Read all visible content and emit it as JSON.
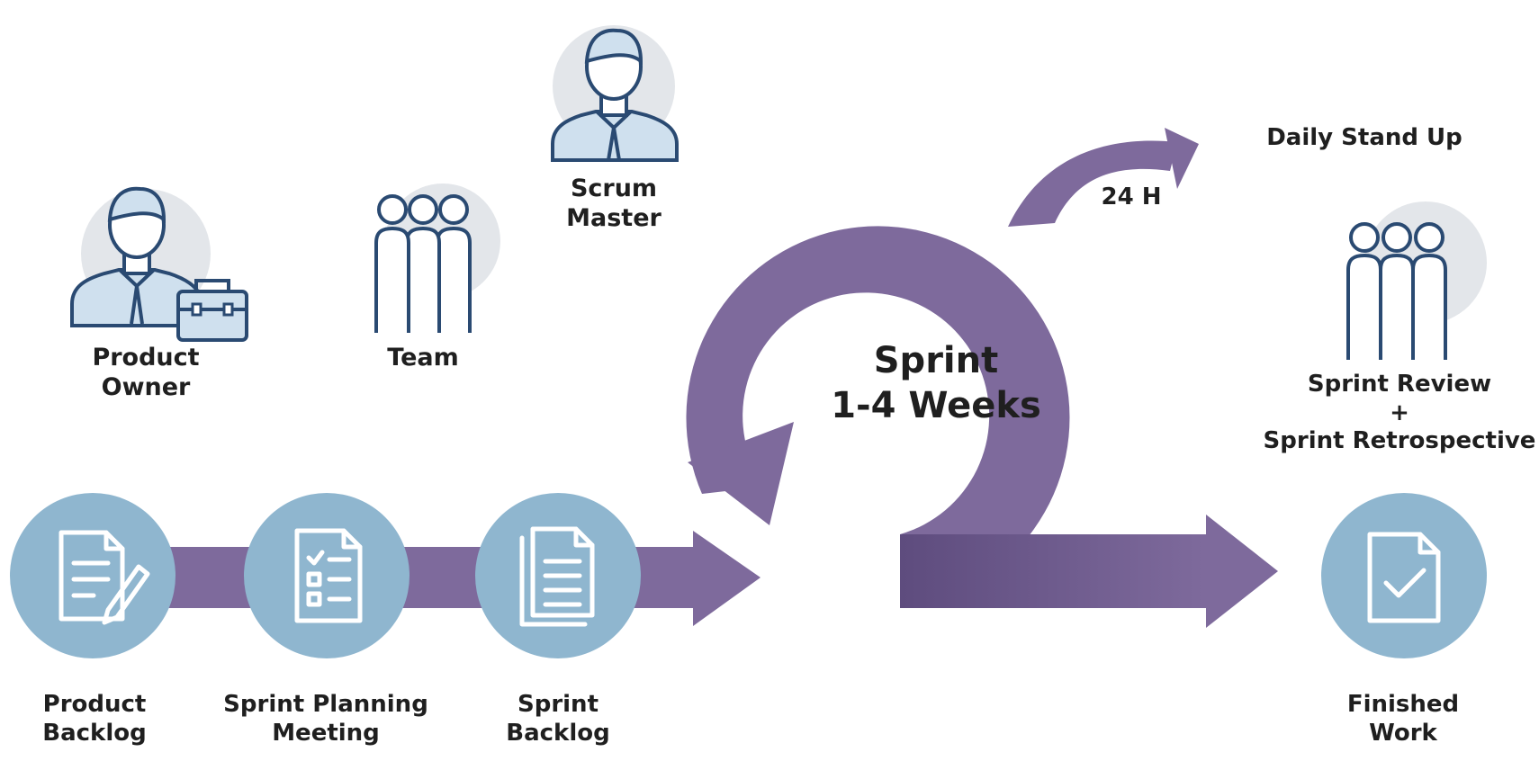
{
  "roles": {
    "product_owner": [
      "Product",
      "Owner"
    ],
    "team": "Team",
    "scrum_master": [
      "Scrum",
      "Master"
    ]
  },
  "daily": {
    "title": "Daily Stand Up",
    "interval": "24 H"
  },
  "sprint": {
    "title": "Sprint",
    "duration": "1-4 Weeks"
  },
  "review": {
    "line1": "Sprint Review",
    "plus": "+",
    "line2": "Sprint Retrospective"
  },
  "steps": {
    "product_backlog": [
      "Product",
      "Backlog"
    ],
    "sprint_planning": [
      "Sprint Planning",
      "Meeting"
    ],
    "sprint_backlog": [
      "Sprint",
      "Backlog"
    ],
    "finished_work": [
      "Finished",
      "Work"
    ]
  },
  "colors": {
    "purple": "#7e6a9c",
    "purple_dark": "#6a5789",
    "step_circle": "#8fb6cf",
    "person_bg": "#e3e6ea",
    "person_fill": "#cfe0ee",
    "stroke": "#2a4a72"
  },
  "icons": [
    "person-icon",
    "briefcase-icon",
    "group-icon",
    "document-edit-icon",
    "checklist-icon",
    "document-stack-icon",
    "document-check-icon"
  ]
}
